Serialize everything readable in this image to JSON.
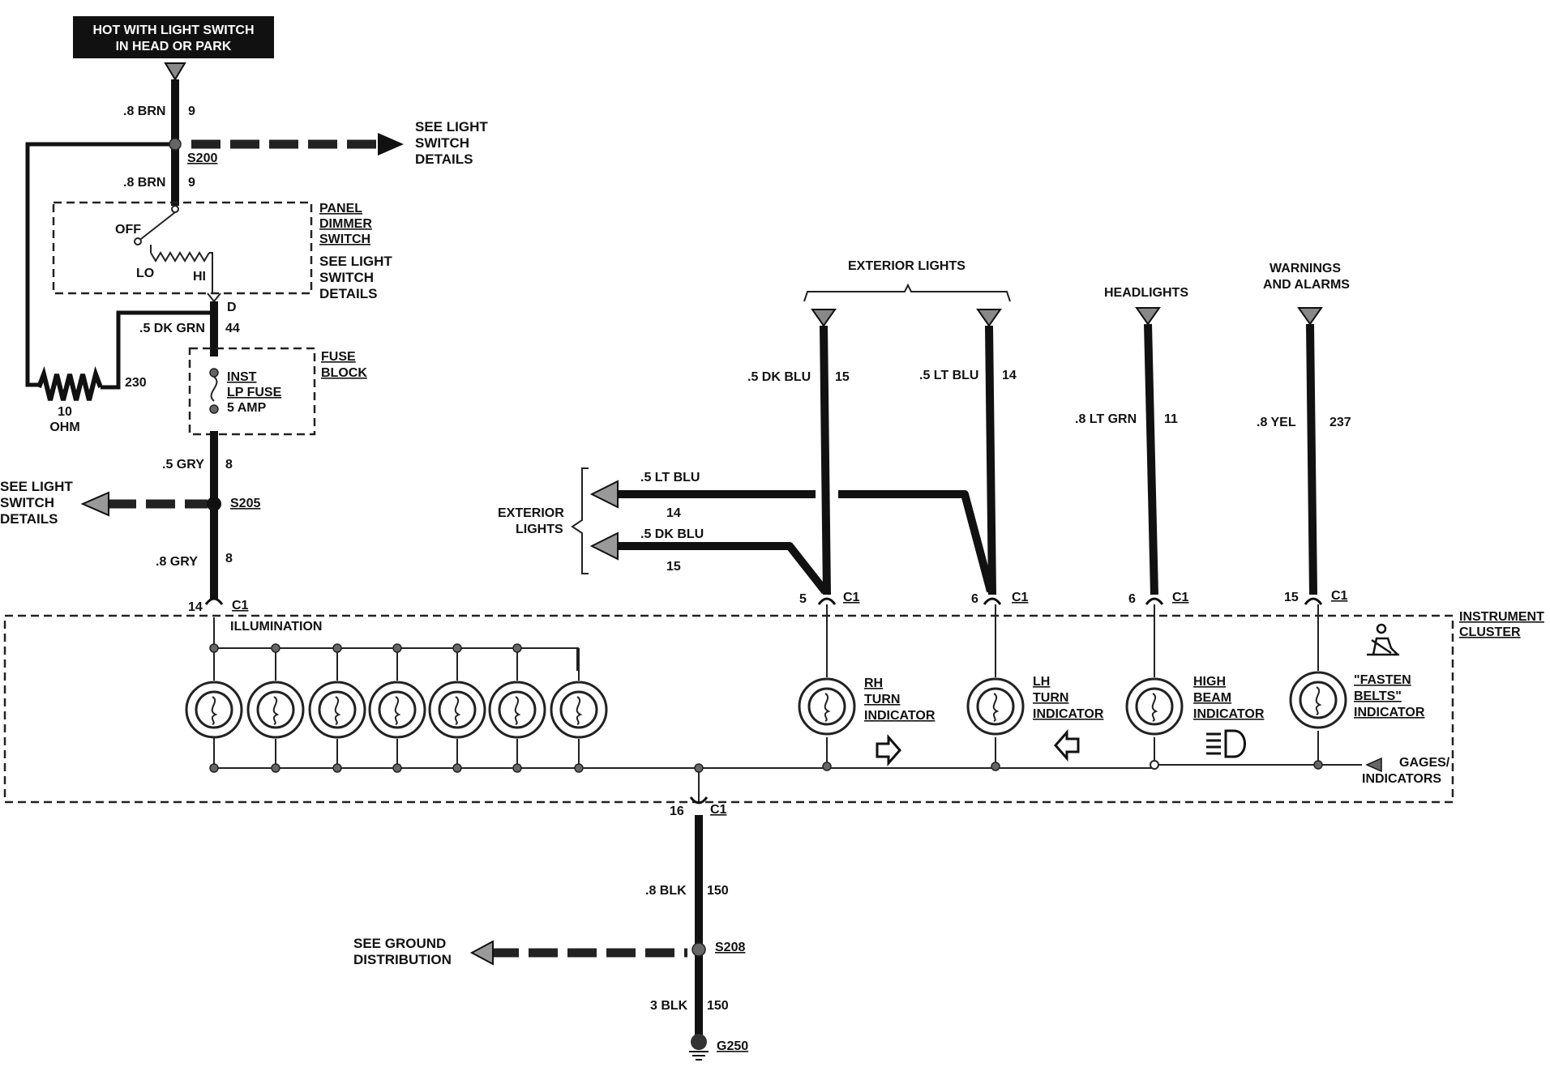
{
  "source": {
    "text": [
      "HOT WITH LIGHT SWITCH",
      "IN HEAD OR PARK"
    ]
  },
  "wires": {
    "brn_top": {
      "gauge": ".8 BRN",
      "circuit": "9"
    },
    "brn_mid": {
      "gauge": ".8 BRN",
      "circuit": "9"
    },
    "dk_grn": {
      "gauge": ".5 DK GRN",
      "circuit": "44"
    },
    "gry_upper": {
      "gauge": ".5 GRY",
      "circuit": "8"
    },
    "gry_lower": {
      "gauge": ".8 GRY",
      "circuit": "8"
    },
    "dk_blu_vert": {
      "gauge": ".5 DK BLU",
      "circuit": "15"
    },
    "lt_blu_vert": {
      "gauge": ".5 LT BLU",
      "circuit": "14"
    },
    "lt_grn": {
      "gauge": ".8 LT GRN",
      "circuit": "11"
    },
    "yel": {
      "gauge": ".8 YEL",
      "circuit": "237"
    },
    "lt_blu_horiz": {
      "gauge": ".5 LT BLU",
      "circuit": "14"
    },
    "dk_blu_horiz": {
      "gauge": ".5 DK BLU",
      "circuit": "15"
    },
    "blk_upper": {
      "gauge": ".8 BLK",
      "circuit": "150"
    },
    "blk_lower": {
      "gauge": "3 BLK",
      "circuit": "150"
    },
    "resistor_circuit": "230"
  },
  "splices": {
    "s200": "S200",
    "s205": "S205",
    "s208": "S208",
    "ground": "G250"
  },
  "labels": {
    "see_light_switch_top": [
      "SEE LIGHT",
      "SWITCH",
      "DETAILS"
    ],
    "see_light_switch_left": [
      "SEE LIGHT",
      "SWITCH",
      "DETAILS"
    ],
    "see_light_switch_dimmer": [
      "SEE LIGHT",
      "SWITCH",
      "DETAILS"
    ],
    "panel_dimmer": [
      "PANEL",
      "DIMMER",
      "SWITCH"
    ],
    "dimmer_off": "OFF",
    "dimmer_lo": "LO",
    "dimmer_hi": "HI",
    "dimmer_terminal": "D",
    "fuse_block": [
      "FUSE",
      "BLOCK"
    ],
    "fuse": [
      "INST",
      "LP FUSE",
      "5 AMP"
    ],
    "resistor": [
      "10",
      "OHM"
    ],
    "exterior_lights_top": "EXTERIOR LIGHTS",
    "exterior_lights_side": [
      "EXTERIOR",
      "LIGHTS"
    ],
    "headlights": "HEADLIGHTS",
    "warnings": [
      "WARNINGS",
      "AND ALARMS"
    ],
    "see_ground": [
      "SEE GROUND",
      "DISTRIBUTION"
    ],
    "instrument_cluster": [
      "INSTRUMENT",
      "CLUSTER"
    ],
    "illumination": "ILLUMINATION",
    "rh_turn": [
      "RH",
      "TURN",
      "INDICATOR"
    ],
    "lh_turn": [
      "LH",
      "TURN",
      "INDICATOR"
    ],
    "high_beam": [
      "HIGH",
      "BEAM",
      "INDICATOR"
    ],
    "fasten_belts": [
      "\"FASTEN",
      "BELTS\"",
      "INDICATOR"
    ],
    "gages": [
      "GAGES/",
      "INDICATORS"
    ]
  },
  "connectors": {
    "illum": {
      "pin": "14",
      "name": "C1"
    },
    "rh": {
      "pin": "5",
      "name": "C1"
    },
    "lh": {
      "pin": "6",
      "name": "C1"
    },
    "high": {
      "pin": "6",
      "name": "C1"
    },
    "belts": {
      "pin": "15",
      "name": "C1"
    },
    "ground": {
      "pin": "16",
      "name": "C1"
    }
  },
  "colors": {
    "ink": "#111111",
    "node": "#666666",
    "source_bg": "#111111",
    "source_text": "#ffffff"
  }
}
